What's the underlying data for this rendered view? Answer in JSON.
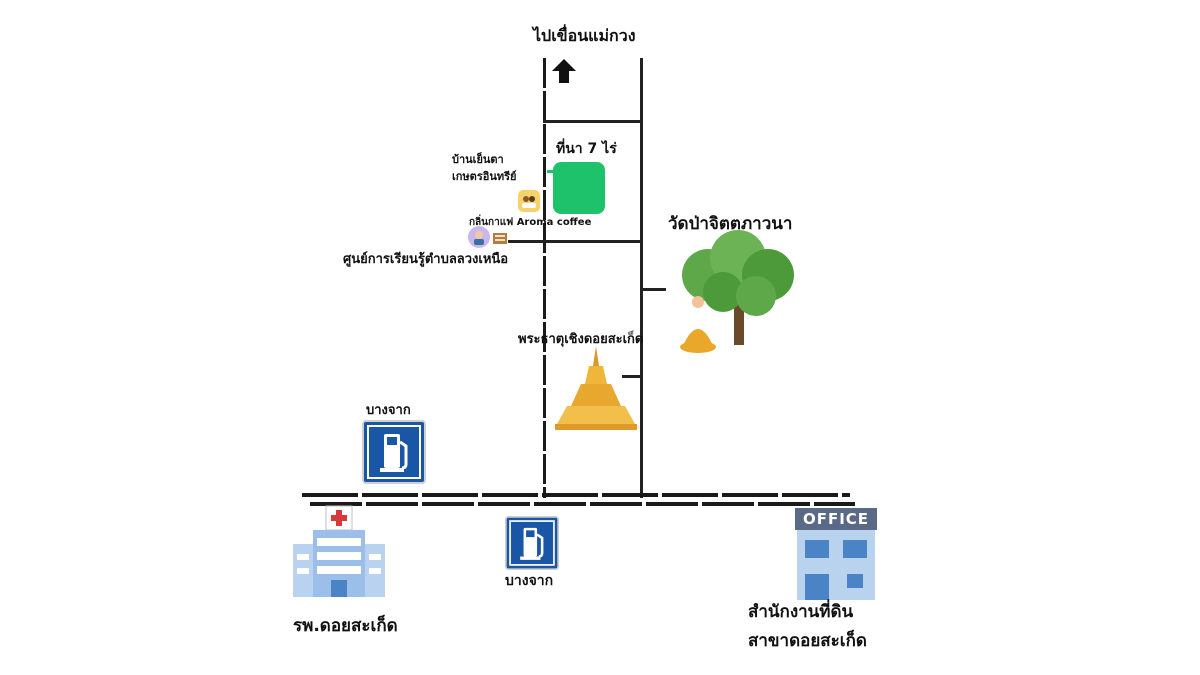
{
  "map": {
    "north_label": "ไปเขื่อนแม่กวง",
    "rice_field_label": "ที่นา 7 ไร่",
    "homestay_label_line1": "บ้านเย็นตา",
    "homestay_label_line2": "เกษตรอินทรีย์",
    "cafe_label": "กลิ่นกาแฟ Aroma coffee",
    "learning_center_label": "ศูนย์การเรียนรู้ตำบลลวงเหนือ",
    "temple_forest_label": "วัดป่าจิตตภาวนา",
    "pagoda_label": "พระธาตุเชิงดอยสะเก็ด",
    "gas_station_top_label": "บางจาก",
    "gas_station_bottom_label": "บางจาก",
    "hospital_label": "รพ.ดอยสะเก็ด",
    "land_office_line1": "สำนักงานที่ดิน",
    "land_office_line2": "สาขาดอยสะเก็ด",
    "office_sign_text": "OFFICE"
  },
  "colors": {
    "rice_field": "#1ec26a",
    "gas_sign_blue": "#1a56a6",
    "pagoda_gold": "#f0b63a",
    "tree_green": "#4c9a3a",
    "road": "#1a1a1a"
  }
}
